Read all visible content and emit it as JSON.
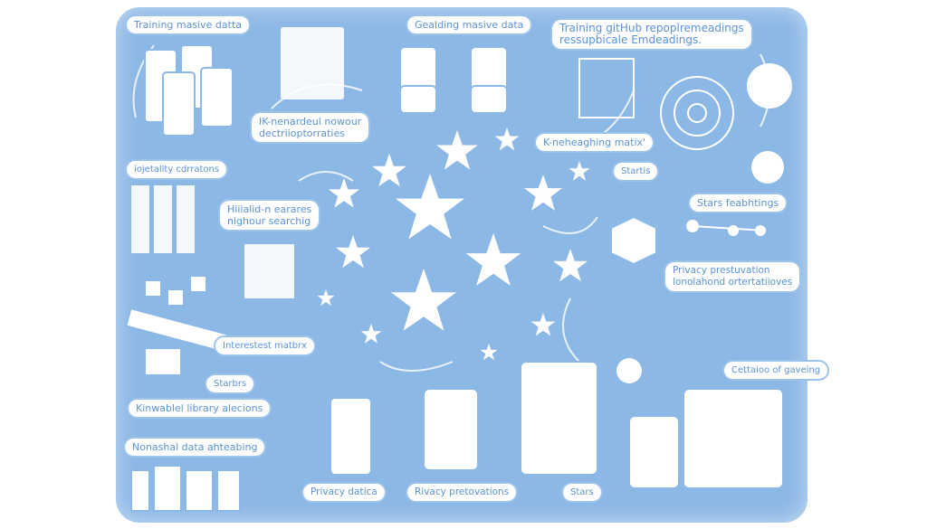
{
  "colors": {
    "background": "#8cb8e6",
    "label_text": "#5b93d6",
    "label_fill": "#ffffff"
  },
  "labels": {
    "training_masive": "Training masive datta",
    "gealding": "Gealding masive data",
    "github_line1": "Training gitHub repoplremeadings",
    "github_line2": "ressupbicale Emdeadings.",
    "nenardeul_line1": "IK-nenardeul nowour",
    "nenardeul_line2": "dectriioptorraties",
    "matix": "K-neheaghing matix'",
    "iojetallty": "iojetallty cdrratons",
    "startis": "Startis",
    "hiiialid_line1": "Hiiialid-n earares",
    "hiiialid_line2": "nighour searchig",
    "stars_feab": "Stars feabhtings",
    "privacy_line1": "Privacy prestuvation",
    "privacy_line2": "lonolahond ortertatiioves",
    "interestest": "Interestest matbrx",
    "cettaioo": "Cettaioo of gaveing",
    "starbrs": "Starbrs",
    "kinwablel": "Kinwablel library alecions",
    "nonashal": "Nonashal data ahteabing",
    "privacy_datica": "Privacy datica",
    "rivacy": "Rivacy pretovations",
    "stars": "Stars"
  }
}
